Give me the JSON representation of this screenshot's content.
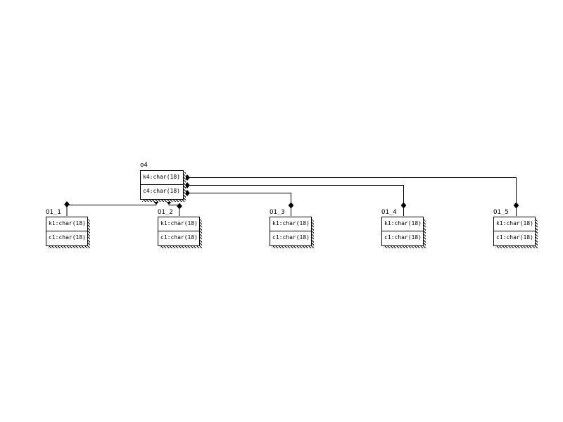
{
  "diagram": {
    "parent": {
      "name": "o4",
      "attributes": [
        "k4:char(18)",
        "c4:char(18)"
      ]
    },
    "children": [
      {
        "name": "O1_1",
        "attributes": [
          "k1:char(18)",
          "c1:char(18)"
        ]
      },
      {
        "name": "O1_2",
        "attributes": [
          "k1:char(18)",
          "c1:char(18)"
        ]
      },
      {
        "name": "O1_3",
        "attributes": [
          "k1:char(18)",
          "c1:char(18)"
        ]
      },
      {
        "name": "O1_4",
        "attributes": [
          "k1:char(18)",
          "c1:char(18)"
        ]
      },
      {
        "name": "O1_5",
        "attributes": [
          "k1:char(18)",
          "c1:char(18)"
        ]
      }
    ],
    "relationships": [
      {
        "from": "o4",
        "to": "O1_1"
      },
      {
        "from": "o4",
        "to": "O1_2"
      },
      {
        "from": "o4",
        "to": "O1_3"
      },
      {
        "from": "o4",
        "to": "O1_4"
      },
      {
        "from": "o4",
        "to": "O1_5"
      }
    ],
    "colors": {
      "line": "#000000",
      "background": "#ffffff"
    }
  }
}
